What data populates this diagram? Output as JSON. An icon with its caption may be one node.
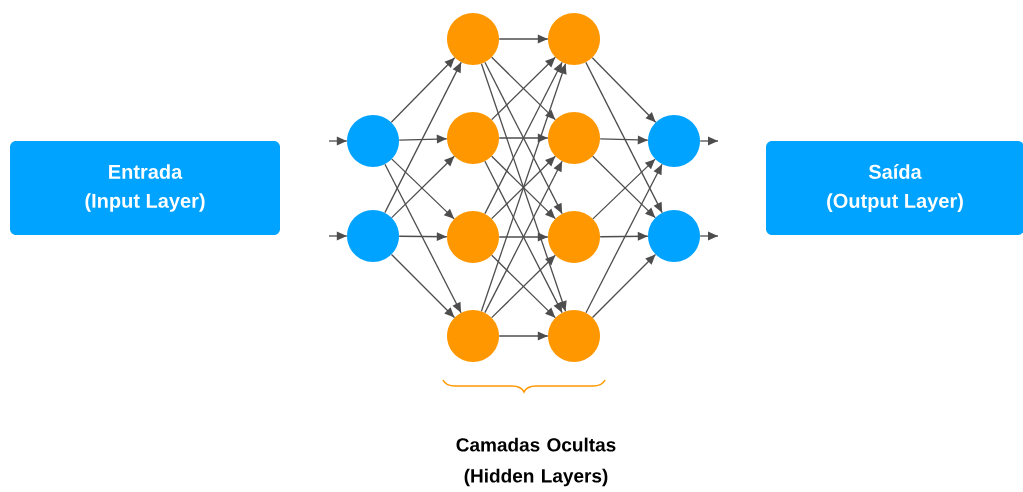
{
  "diagram": {
    "nodes": [
      {
        "text": [
          "Entrada",
          "(Input Layer)"
        ]
      },
      {
        "text": [],
        "shape": "circle"
      },
      {
        "text": [],
        "shape": "circle"
      },
      {
        "text": [],
        "shape": "circle"
      },
      {
        "text": [],
        "shape": "circle"
      },
      {
        "text": [],
        "shape": "circle"
      },
      {
        "text": [],
        "shape": "circle"
      },
      {
        "text": [],
        "shape": "circle"
      },
      {
        "text": [],
        "shape": "circle"
      },
      {
        "text": [],
        "shape": "circle"
      },
      {
        "text": [],
        "shape": "circle"
      },
      {
        "text": [],
        "shape": "circle"
      },
      {
        "text": [],
        "shape": "circle"
      },
      {
        "text": [
          "Saída",
          "(Output Layer)"
        ]
      }
    ],
    "edges": [
      {
        "from": null,
        "to": 1,
        "arrow": "to"
      },
      {
        "from": null,
        "to": 2,
        "arrow": "to"
      },
      {
        "from": 1,
        "to": 3,
        "arrow": "to"
      },
      {
        "from": 1,
        "to": 4,
        "arrow": "to"
      },
      {
        "from": 1,
        "to": 5,
        "arrow": "to"
      },
      {
        "from": 1,
        "to": 6,
        "arrow": "to"
      },
      {
        "from": 2,
        "to": 3,
        "arrow": "to"
      },
      {
        "from": 2,
        "to": 4,
        "arrow": "to"
      },
      {
        "from": 2,
        "to": 5,
        "arrow": "to"
      },
      {
        "from": 2,
        "to": 6,
        "arrow": "to"
      },
      {
        "from": 3,
        "to": 7,
        "arrow": "to"
      },
      {
        "from": 3,
        "to": 8,
        "arrow": "to"
      },
      {
        "from": 3,
        "to": 9,
        "arrow": "to"
      },
      {
        "from": 3,
        "to": 10,
        "arrow": "to"
      },
      {
        "from": 4,
        "to": 7,
        "arrow": "to"
      },
      {
        "from": 4,
        "to": 8,
        "arrow": "to"
      },
      {
        "from": 4,
        "to": 9,
        "arrow": "to"
      },
      {
        "from": 4,
        "to": 10,
        "arrow": "to"
      },
      {
        "from": 5,
        "to": 7,
        "arrow": "to"
      },
      {
        "from": 5,
        "to": 8,
        "arrow": "to"
      },
      {
        "from": 5,
        "to": 9,
        "arrow": "to"
      },
      {
        "from": 5,
        "to": 10,
        "arrow": "to"
      },
      {
        "from": 6,
        "to": 7,
        "arrow": "to"
      },
      {
        "from": 6,
        "to": 8,
        "arrow": "to"
      },
      {
        "from": 6,
        "to": 9,
        "arrow": "to"
      },
      {
        "from": 6,
        "to": 10,
        "arrow": "to"
      },
      {
        "from": 7,
        "to": 11,
        "arrow": "to"
      },
      {
        "from": 7,
        "to": 12,
        "arrow": "to"
      },
      {
        "from": 8,
        "to": 11,
        "arrow": "to"
      },
      {
        "from": 8,
        "to": 12,
        "arrow": "to"
      },
      {
        "from": 9,
        "to": 11,
        "arrow": "to"
      },
      {
        "from": 9,
        "to": 12,
        "arrow": "to"
      },
      {
        "from": 10,
        "to": 11,
        "arrow": "to"
      },
      {
        "from": 10,
        "to": 12,
        "arrow": "to"
      },
      {
        "from": 11,
        "to": null,
        "arrow": "to"
      },
      {
        "from": 12,
        "to": null,
        "arrow": "to"
      }
    ],
    "labels": [
      "Camadas Ocultas (Hidden Layers)"
    ]
  }
}
